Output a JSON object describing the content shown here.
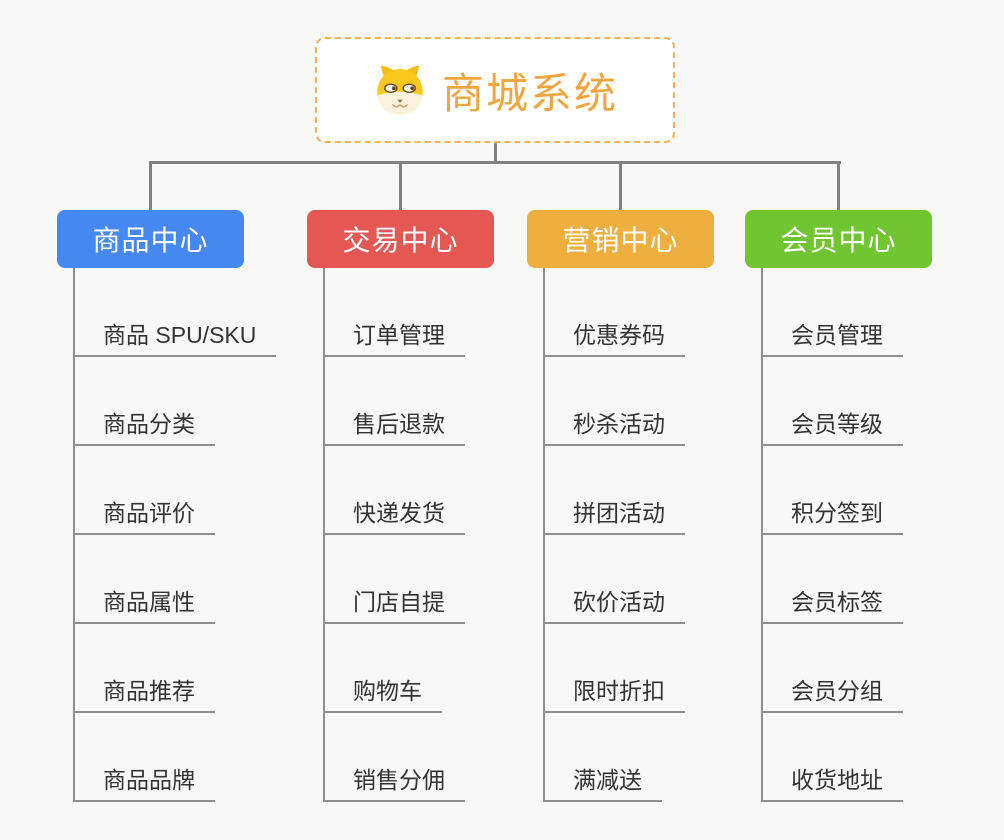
{
  "page": {
    "background_color": "#f8f8f8",
    "connector_color": "#818181",
    "underline_color": "#8f8f8f"
  },
  "root": {
    "title": "商城系统",
    "icon": "dog-face-icon",
    "text_color": "#f0a640",
    "border_color": "#f3b14e"
  },
  "branches": [
    {
      "label": "商品中心",
      "color": "#4688f1",
      "items": [
        "商品 SPU/SKU",
        "商品分类",
        "商品评价",
        "商品属性",
        "商品推荐",
        "商品品牌"
      ]
    },
    {
      "label": "交易中心",
      "color": "#e45753",
      "items": [
        "订单管理",
        "售后退款",
        "快递发货",
        "门店自提",
        "购物车",
        "销售分佣"
      ]
    },
    {
      "label": "营销中心",
      "color": "#efaf3e",
      "items": [
        "优惠券码",
        "秒杀活动",
        "拼团活动",
        "砍价活动",
        "限时折扣",
        "满减送"
      ]
    },
    {
      "label": "会员中心",
      "color": "#70c531",
      "items": [
        "会员管理",
        "会员等级",
        "积分签到",
        "会员标签",
        "会员分组",
        "收货地址"
      ]
    }
  ]
}
